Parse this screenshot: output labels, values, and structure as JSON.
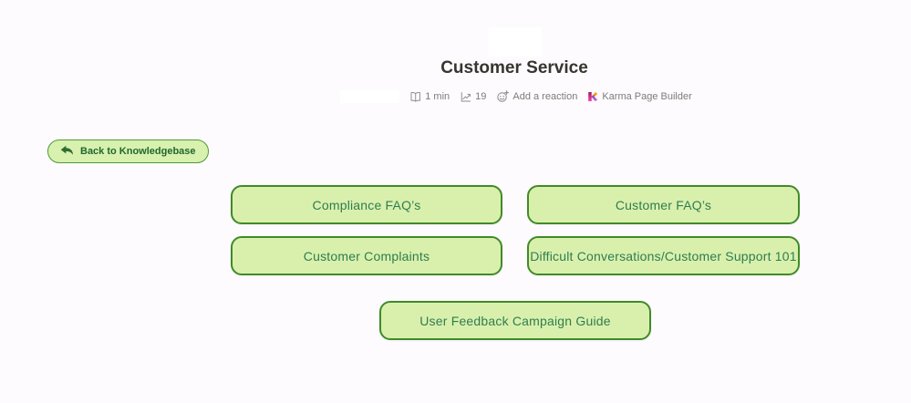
{
  "page": {
    "title": "Customer Service",
    "background_color": "#fdfbfe"
  },
  "meta": {
    "read_time": "1 min",
    "views": "19",
    "reaction_label": "Add a reaction",
    "builder_label": "Karma Page Builder",
    "icons": [
      "book-icon",
      "views-chart-icon",
      "add-reaction-icon",
      "karma-logo-icon"
    ],
    "text_color": "#7d7c78"
  },
  "back_button": {
    "label": "Back to Knowledgebase",
    "icon": "back-arrow-icon",
    "background": "#d9f1ae",
    "border_color": "#4f9a37",
    "text_color": "#20682f"
  },
  "buttons": [
    {
      "label": "Compliance FAQ’s"
    },
    {
      "label": "Customer FAQ’s"
    },
    {
      "label": "Customer Complaints"
    },
    {
      "label": "Difficult Conversations/Customer Support 101"
    },
    {
      "label": "User Feedback Campaign Guide"
    }
  ],
  "colors": {
    "nav_button_bg": "#d9f0ad",
    "nav_button_border": "#418a28",
    "nav_button_text": "#2f7d4f",
    "title_text": "#37352f"
  }
}
